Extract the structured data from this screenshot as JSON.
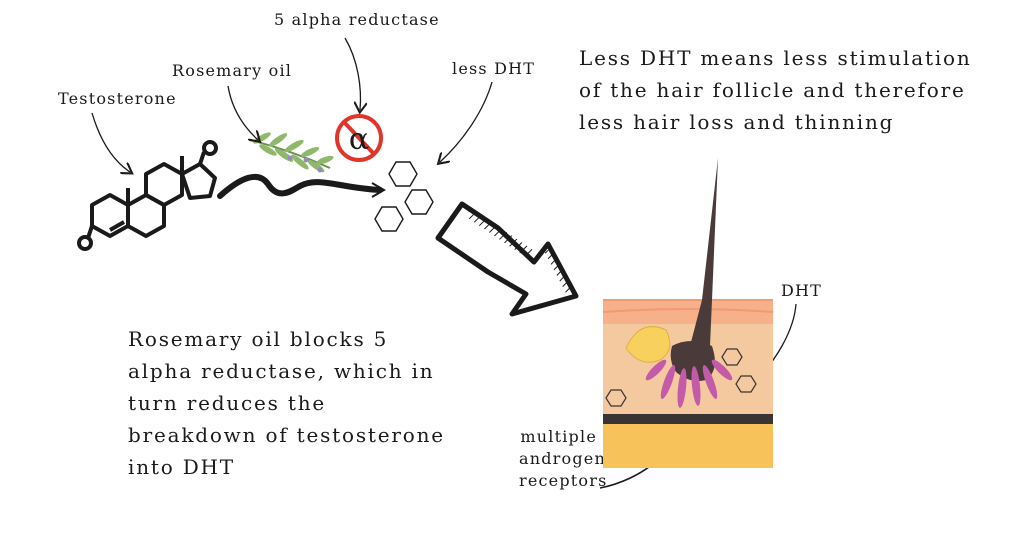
{
  "labels": {
    "alpha_reductase": "5 alpha reductase",
    "rosemary_oil": "Rosemary oil",
    "testosterone": "Testosterone",
    "less_dht": "less DHT",
    "dht": "DHT",
    "receptors_line1": "multiple",
    "receptors_line2": "androgen",
    "receptors_line3": "receptors",
    "alpha_symbol": "α"
  },
  "captions": {
    "top_right_line1": "Less DHT means less stimulation",
    "top_right_line2": "of the hair follicle and therefore",
    "top_right_line3": "less hair loss and thinning",
    "bottom_left_line1": "Rosemary oil blocks 5",
    "bottom_left_line2": "alpha reductase, which in",
    "bottom_left_line3": "turn reduces the",
    "bottom_left_line4": "breakdown of testosterone",
    "bottom_left_line5": "into DHT"
  },
  "colors": {
    "ink": "#1a1a1a",
    "no_sign": "#e0352b",
    "hair": "#4a3a3a",
    "skin_top": "#f6b08a",
    "dermis": "#f5c9a0",
    "fat": "#f7c25a",
    "receptor": "#c45ba8",
    "rosemary": "#7aa35a"
  }
}
